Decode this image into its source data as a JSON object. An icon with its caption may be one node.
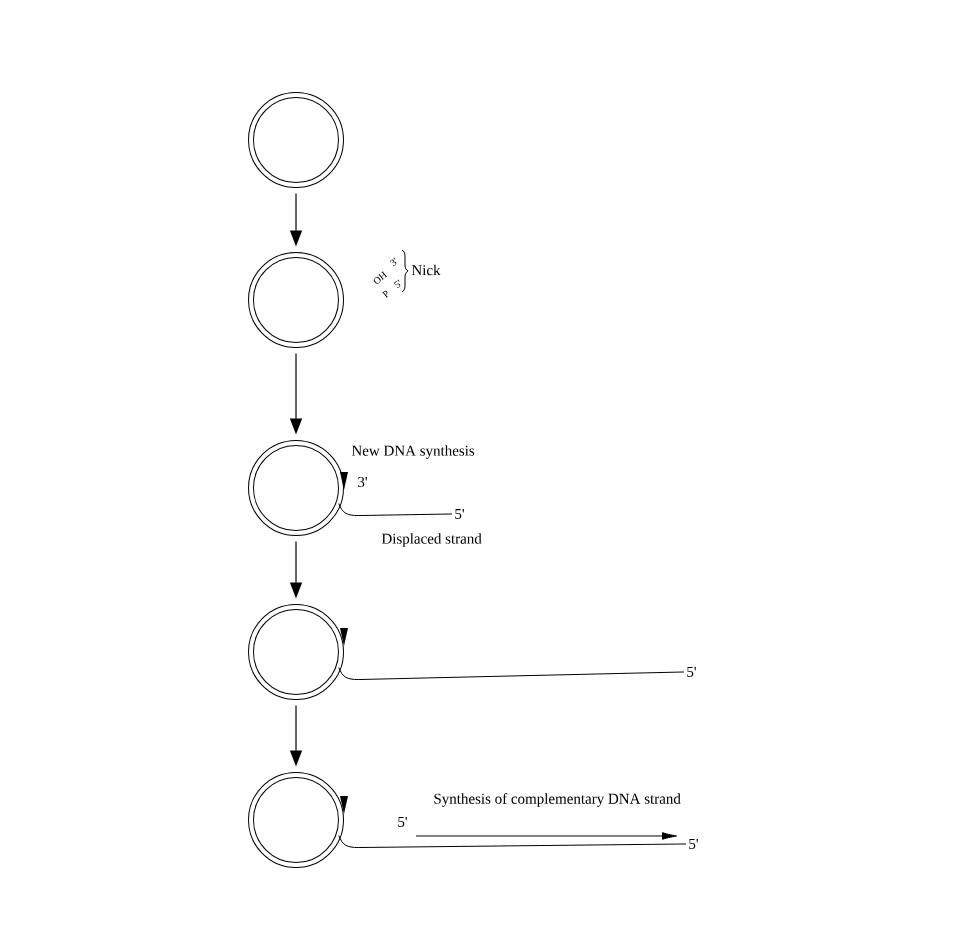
{
  "diagram": {
    "nodes": [
      {
        "text": [],
        "shape": "circle"
      },
      {
        "text": [],
        "shape": "circle"
      },
      {
        "text": [],
        "shape": "circle"
      },
      {
        "text": [],
        "shape": "circle"
      },
      {
        "text": [],
        "shape": "circle"
      },
      {
        "text": [
          "5'"
        ]
      },
      {
        "text": [
          "5'"
        ]
      },
      {
        "text": [
          "5'"
        ]
      }
    ],
    "edges": [
      {
        "from": 0,
        "to": 1,
        "arrow": "to"
      },
      {
        "from": 1,
        "to": 2,
        "arrow": "to"
      },
      {
        "from": 2,
        "to": 3,
        "arrow": "to"
      },
      {
        "from": 3,
        "to": 4,
        "arrow": "to"
      },
      {
        "from": 2,
        "to": 5,
        "arrow": "none"
      },
      {
        "from": 3,
        "to": 6,
        "arrow": "none"
      },
      {
        "from": 4,
        "to": 7,
        "arrow": "none"
      }
    ],
    "labels": [
      "OH",
      "3'",
      "P",
      "5'",
      "Nick",
      "New DNA synthesis",
      "3'",
      "Displaced strand",
      "Synthesis of complementary DNA strand",
      "5'"
    ]
  }
}
